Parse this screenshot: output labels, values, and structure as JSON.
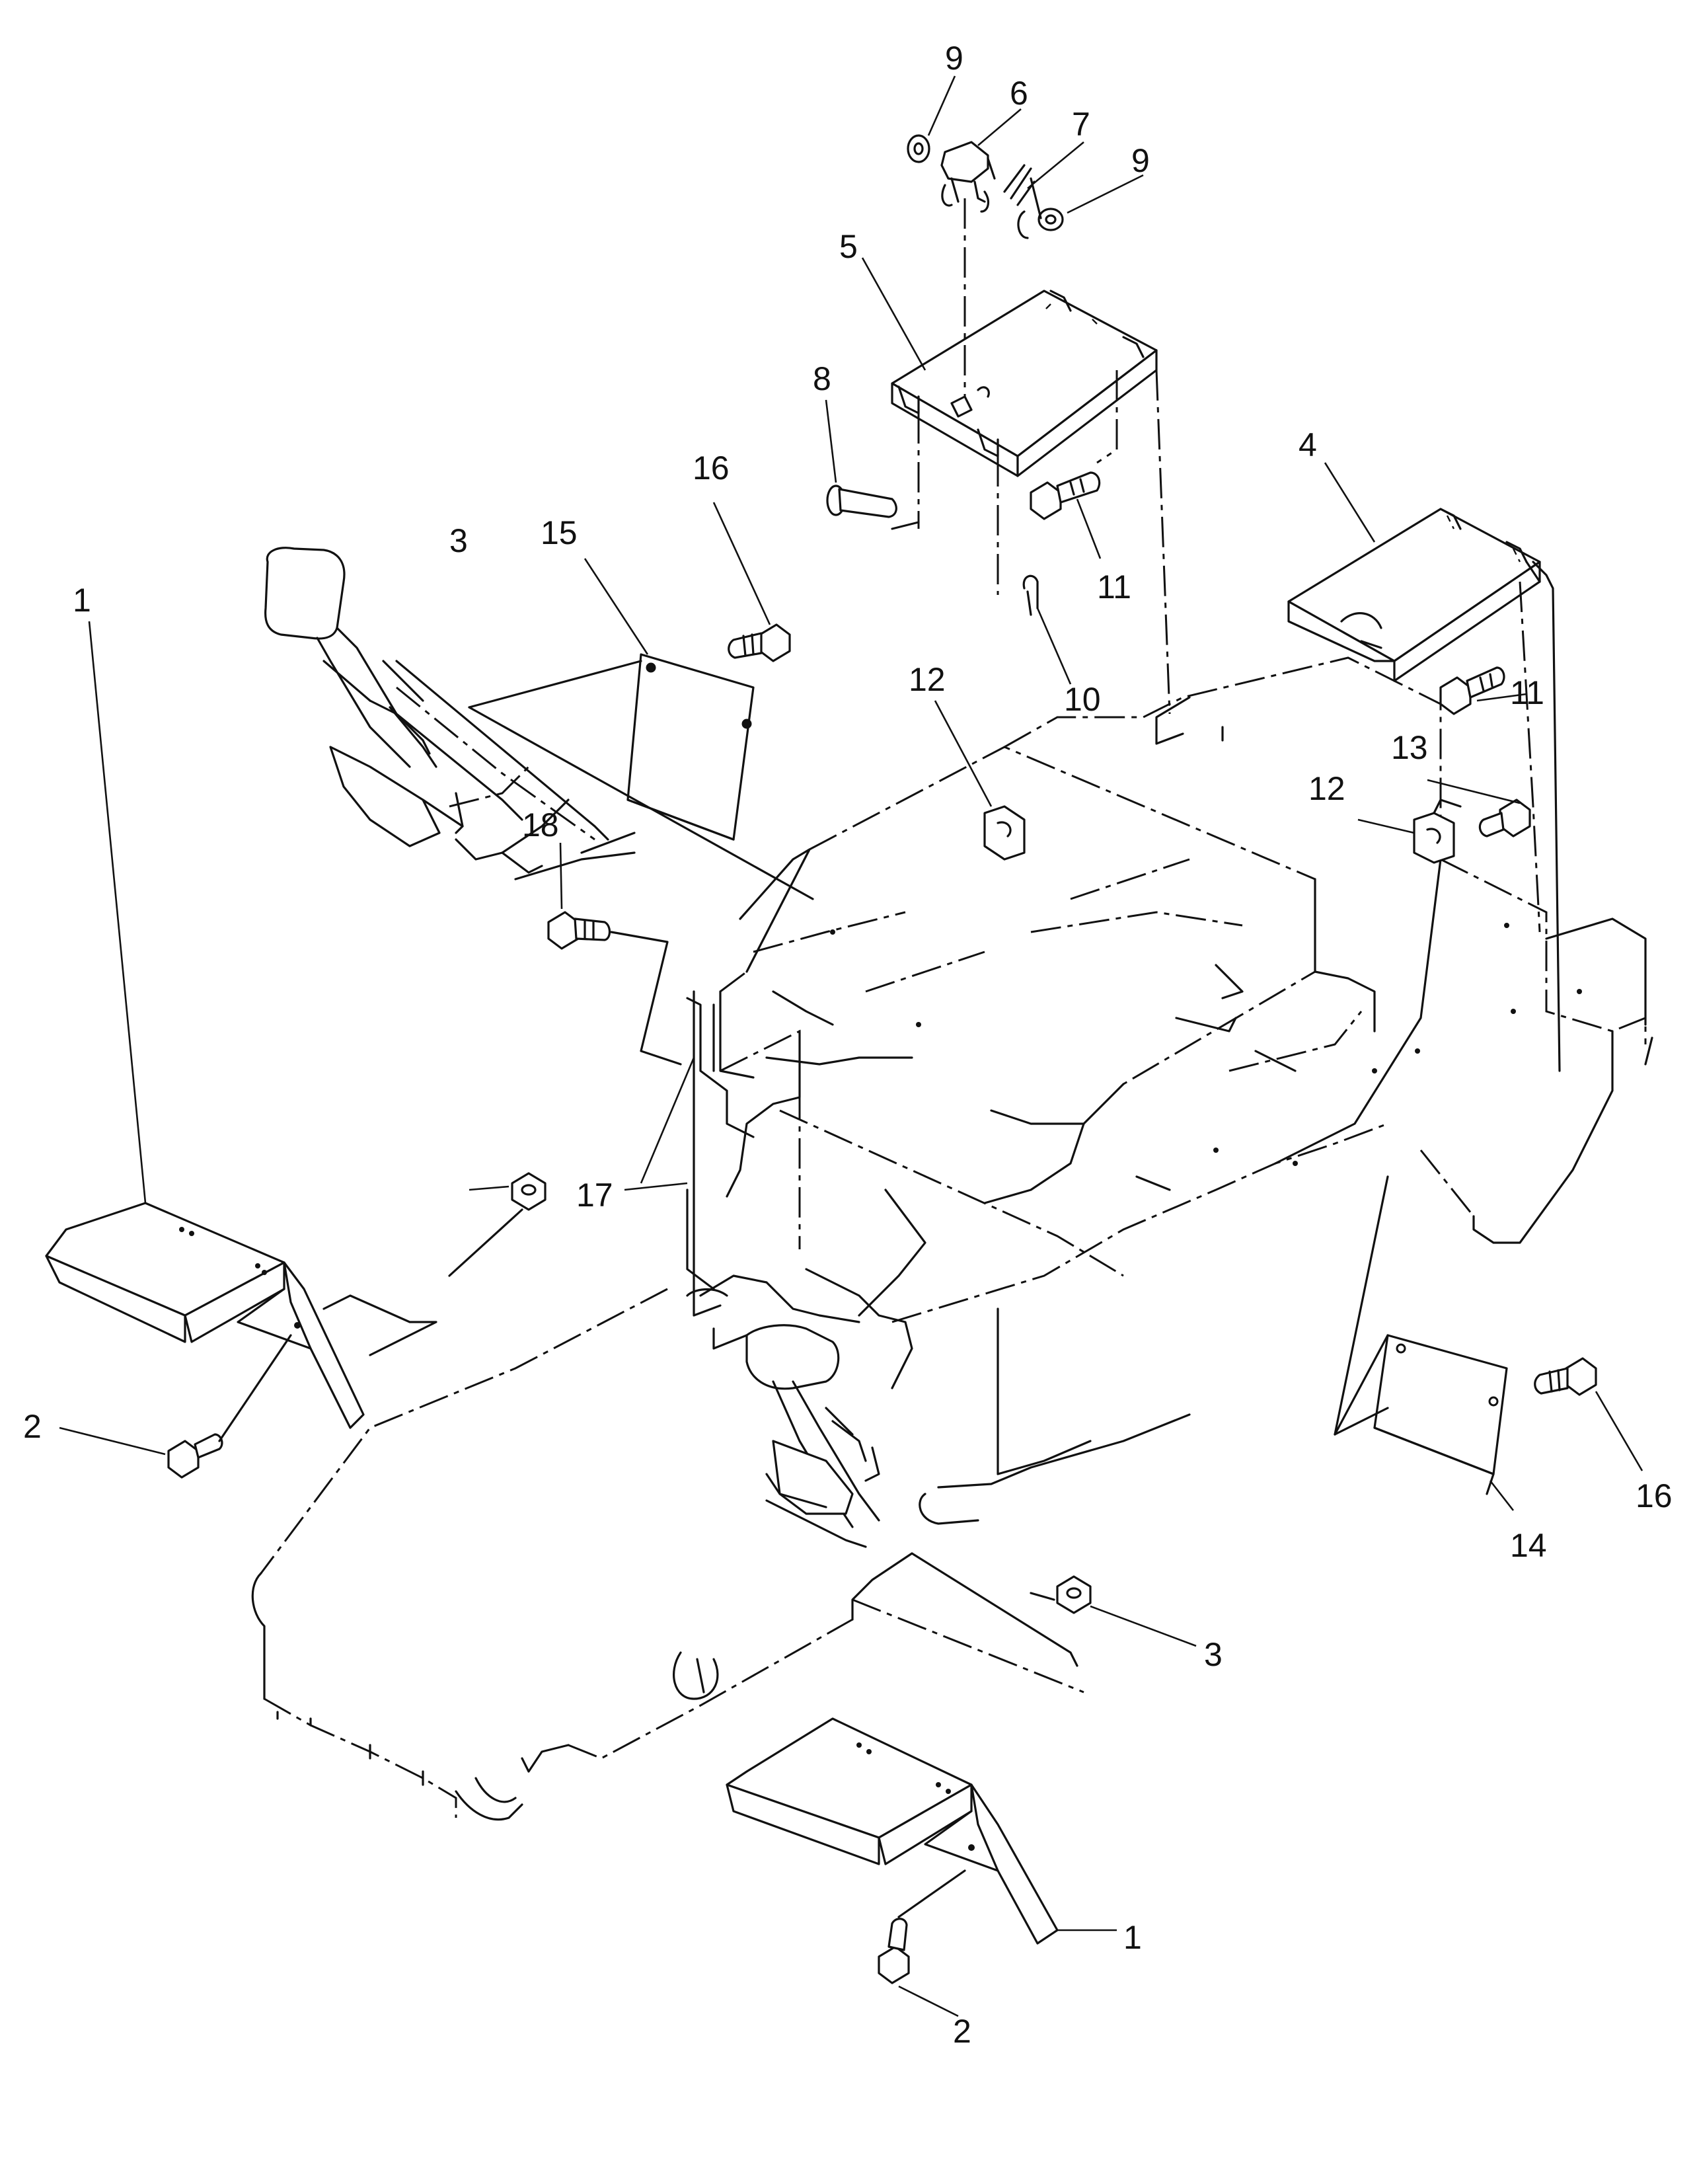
{
  "callouts": [
    {
      "id": "c9a",
      "text": "9"
    },
    {
      "id": "c6",
      "text": "6"
    },
    {
      "id": "c7",
      "text": "7"
    },
    {
      "id": "c9b",
      "text": "9"
    },
    {
      "id": "c5",
      "text": "5"
    },
    {
      "id": "c8",
      "text": "8"
    },
    {
      "id": "c16a",
      "text": "16"
    },
    {
      "id": "c15",
      "text": "15"
    },
    {
      "id": "c4",
      "text": "4"
    },
    {
      "id": "c11a",
      "text": "11"
    },
    {
      "id": "c10",
      "text": "10"
    },
    {
      "id": "c12a",
      "text": "12"
    },
    {
      "id": "c11b",
      "text": "11"
    },
    {
      "id": "c13",
      "text": "13"
    },
    {
      "id": "c12b",
      "text": "12"
    },
    {
      "id": "c18",
      "text": "18"
    },
    {
      "id": "c1a",
      "text": "1"
    },
    {
      "id": "c3a",
      "text": "3"
    },
    {
      "id": "c17",
      "text": "17"
    },
    {
      "id": "c2a",
      "text": "2"
    },
    {
      "id": "c16b",
      "text": "16"
    },
    {
      "id": "c14",
      "text": "14"
    },
    {
      "id": "c3b",
      "text": "3"
    },
    {
      "id": "c1b",
      "text": "1"
    },
    {
      "id": "c2b",
      "text": "2"
    }
  ]
}
